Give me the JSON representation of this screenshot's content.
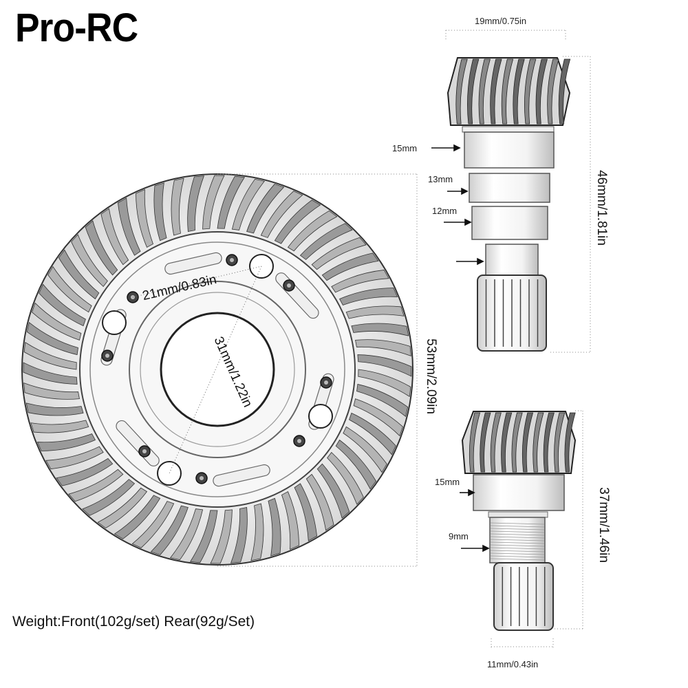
{
  "brand": "Pro-RC",
  "dimensions": {
    "top_pinion_width": "19mm/0.75in",
    "top_pinion_length": "46mm/1.81in",
    "top_step_1": "15mm",
    "top_step_2": "13mm",
    "top_step_3": "12mm",
    "ring_outer": "53mm/2.09in",
    "ring_inner": "31mm/1.22in",
    "ring_bolt": "21mm/0.83in",
    "bottom_step_1": "15mm",
    "bottom_step_2": "9mm",
    "bottom_pinion_length": "37mm/1.46in",
    "bottom_pinion_width": "11mm/0.43in"
  },
  "weight_text": "Weight:Front(102g/set) Rear(92g/Set)",
  "colors": {
    "line": "#222222",
    "metal_dark": "#555555",
    "metal_light": "#e6e6e6"
  }
}
